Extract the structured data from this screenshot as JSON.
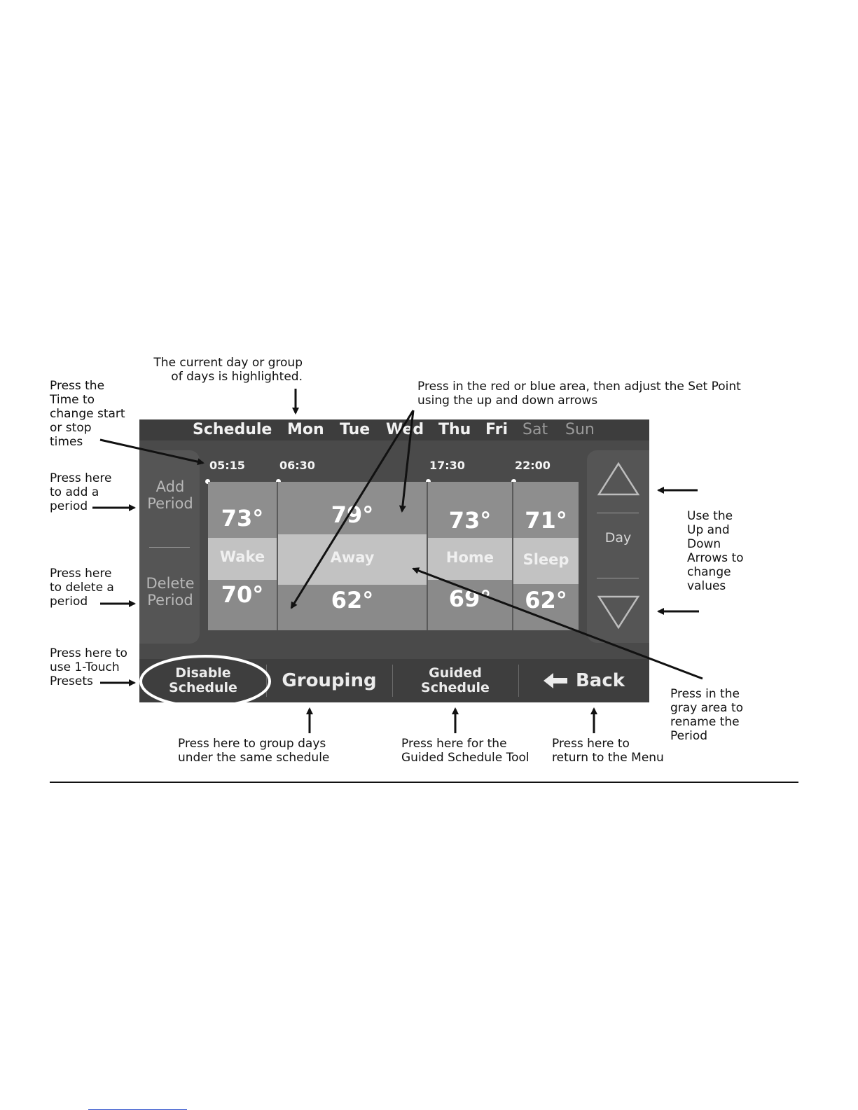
{
  "callouts": {
    "current_day": "The current day or group\nof days is highlighted.",
    "time": "Press the\nTime to\nchange start\nor stop\ntimes",
    "red_blue": "Press in the red or blue area, then adjust the Set Point\nusing the up and down arrows",
    "add_period": "Press here\nto add a\nperiod",
    "delete_period": "Press here\nto delete a\nperiod",
    "one_touch": "Press here to\nuse 1-Touch\nPresets",
    "up_down": "Use the\nUp and\nDown\nArrows to\nchange\nvalues",
    "gray_area": "Press in the\ngray area to\nrename the\nPeriod",
    "grouping": "Press here to group days\nunder the same schedule",
    "guided": "Press here for the\nGuided Schedule Tool",
    "back": "Press here to\nreturn to the Menu"
  },
  "screen": {
    "topbar": {
      "title": "Schedule",
      "days": [
        {
          "label": "Mon",
          "active": true
        },
        {
          "label": "Tue",
          "active": true
        },
        {
          "label": "Wed",
          "active": true
        },
        {
          "label": "Thu",
          "active": true
        },
        {
          "label": "Fri",
          "active": true
        },
        {
          "label": "Sat",
          "active": false
        },
        {
          "label": "Sun",
          "active": false
        }
      ]
    },
    "left_panel": {
      "add": "Add\nPeriod",
      "delete": "Delete\nPeriod"
    },
    "right_panel": {
      "label": "Day",
      "up_icon": "up-triangle-icon",
      "down_icon": "down-triangle-icon"
    },
    "times": [
      "05:15",
      "06:30",
      "17:30",
      "22:00"
    ],
    "periods": [
      {
        "name": "Wake",
        "cool": "73°",
        "heat": "70°"
      },
      {
        "name": "Away",
        "cool": "79°",
        "heat": "62°"
      },
      {
        "name": "Home",
        "cool": "73°",
        "heat": "69°"
      },
      {
        "name": "Sleep",
        "cool": "71°",
        "heat": "62°"
      }
    ],
    "bottombar": {
      "disable": "Disable\nSchedule",
      "grouping": "Grouping",
      "guided": "Guided\nSchedule",
      "back": "Back",
      "back_icon": "left-arrow-icon"
    }
  },
  "colors": {
    "screen_bg": "#4a4a4a",
    "bar_bg": "#3d3d3d",
    "period_gray": "#c2c2c2"
  }
}
